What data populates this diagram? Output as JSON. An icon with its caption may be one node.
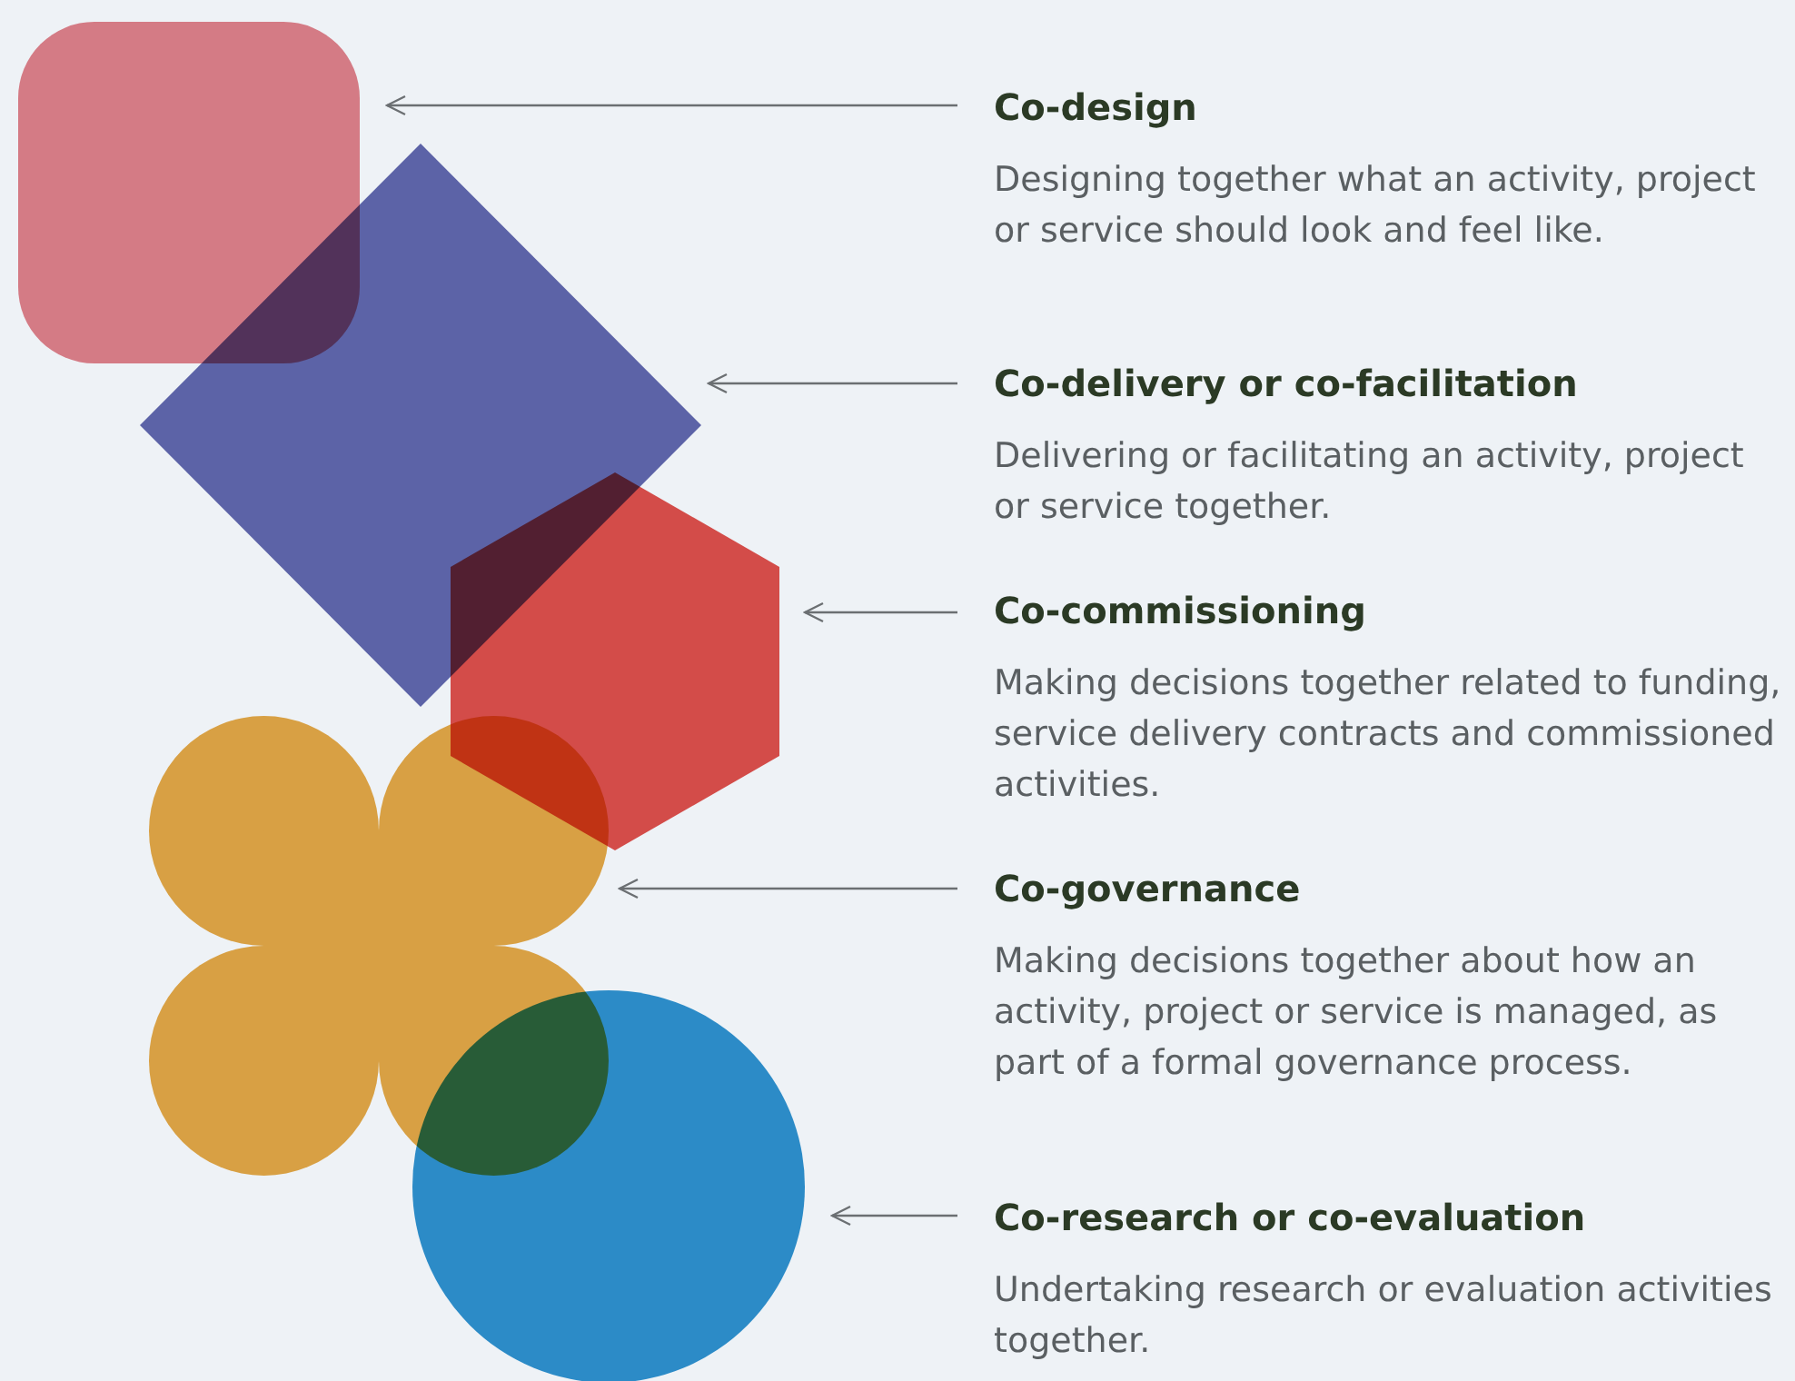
{
  "diagram": {
    "nodes": [
      {
        "text": [],
        "shape": "box"
      },
      {
        "text": [],
        "shape": "diamond"
      },
      {
        "text": [],
        "shape": "hexagon"
      },
      {
        "text": [],
        "shape": "flower"
      },
      {
        "text": [],
        "shape": "circle"
      },
      {
        "text": [
          "Co-design",
          "Designing together what an activity, project or service should look and feel like."
        ]
      },
      {
        "text": [
          "Co-delivery or co-facilitation",
          "Delivering or facilitating an activity, project or service together."
        ]
      },
      {
        "text": [
          "Co-commissioning",
          "Making decisions together related to funding, service delivery contracts and commissioned activities."
        ]
      },
      {
        "text": [
          "Co-governance",
          "Making decisions together about how an activity, project or service is managed, as part of a formal governance process."
        ]
      },
      {
        "text": [
          "Co-research or co-evaluation",
          "Undertaking research or evaluation activities together."
        ]
      }
    ],
    "edges": [
      {
        "from": 5,
        "to": 0,
        "arrow": "to"
      },
      {
        "from": 6,
        "to": 1,
        "arrow": "to"
      },
      {
        "from": 7,
        "to": 2,
        "arrow": "to"
      },
      {
        "from": 8,
        "to": 3,
        "arrow": "to"
      },
      {
        "from": 9,
        "to": 4,
        "arrow": "to"
      }
    ]
  }
}
